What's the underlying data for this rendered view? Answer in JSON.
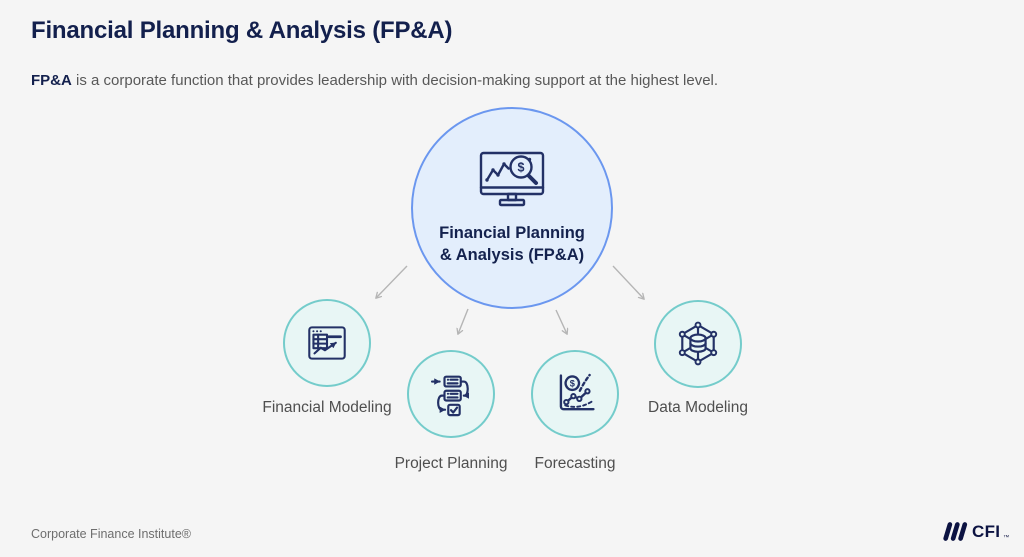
{
  "header": {
    "title": "Financial Planning & Analysis (FP&A)",
    "subtitle": {
      "highlight": "FP&A",
      "rest": " is a corporate function that provides leadership with decision-making support at the highest level."
    }
  },
  "diagram": {
    "center": {
      "label_line1": "Financial Planning",
      "label_line2": "& Analysis (FP&A)",
      "icon": "monitor-analytics-icon"
    },
    "nodes": [
      {
        "label": "Financial Modeling",
        "icon": "spreadsheet-trend-icon"
      },
      {
        "label": "Project Planning",
        "icon": "workflow-tasks-icon"
      },
      {
        "label": "Forecasting",
        "icon": "forecast-chart-icon"
      },
      {
        "label": "Data Modeling",
        "icon": "data-network-icon"
      }
    ]
  },
  "footer": {
    "attribution": "Corporate Finance Institute®",
    "logo": {
      "text": "CFI",
      "mark": "™"
    }
  },
  "colors": {
    "background": "#f5f5f5",
    "title_navy": "#13204d",
    "body_gray": "#585858",
    "center_fill": "#e3eefc",
    "center_border": "#6b97ef",
    "node_fill": "#e8f6f5",
    "node_border": "#74cccb",
    "icon_stroke": "#233166",
    "arrow_gray": "#b5b5b5",
    "logo_navy": "#0c1342"
  }
}
